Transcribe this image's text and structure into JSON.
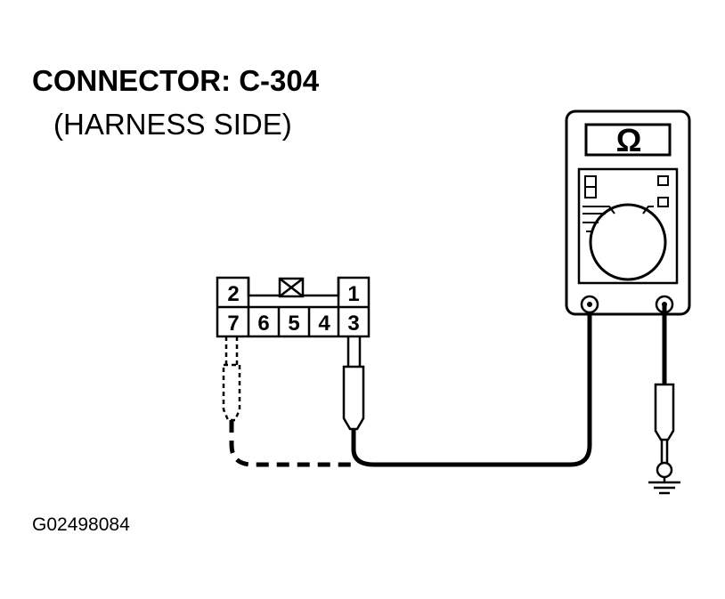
{
  "title": "CONNECTOR: C-304",
  "subtitle": "(HARNESS SIDE)",
  "connector": {
    "top_pins": [
      "2",
      "1"
    ],
    "bottom_pins": [
      "7",
      "6",
      "5",
      "4",
      "3"
    ]
  },
  "meter": {
    "display_symbol": "Ω"
  },
  "figure_id": "G02498084"
}
